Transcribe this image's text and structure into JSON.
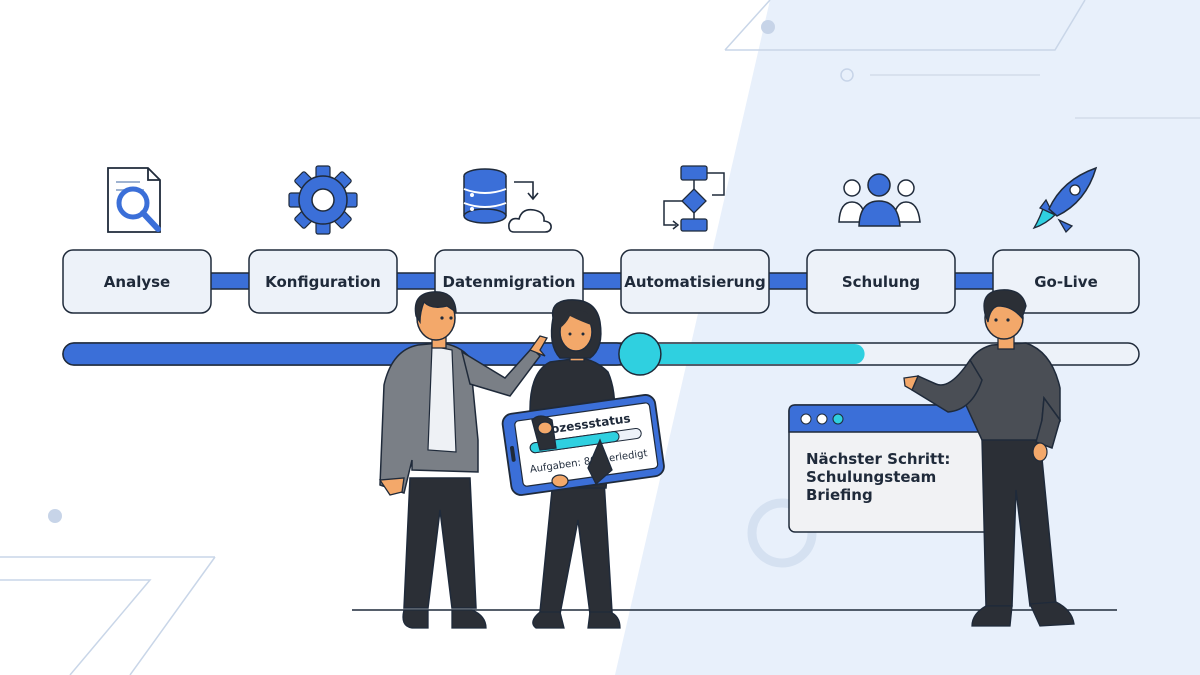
{
  "steps": [
    {
      "label": "Analyse",
      "icon": "document-search-icon"
    },
    {
      "label": "Konfiguration",
      "icon": "gear-icon"
    },
    {
      "label": "Datenmigration",
      "icon": "database-cloud-icon"
    },
    {
      "label": "Automatisierung",
      "icon": "flowchart-icon"
    },
    {
      "label": "Schulung",
      "icon": "users-icon"
    },
    {
      "label": "Go-Live",
      "icon": "rocket-icon"
    }
  ],
  "progress": {
    "completed_fraction": 0.525,
    "highlight_fraction": 0.745
  },
  "tablet": {
    "title": "Prozessstatus",
    "caption": "Aufgaben: 80% erledigt",
    "fill_fraction": 0.8
  },
  "next_step": {
    "line1": "Nächster Schritt:",
    "line2": "Schulungsteam",
    "line3": "Briefing"
  },
  "colors": {
    "primary": "#3b6fd8",
    "accent": "#2fd0e0",
    "ink": "#1f2a3a",
    "box_fill": "#edf2f9",
    "bg_tint": "#e8f0fb"
  }
}
